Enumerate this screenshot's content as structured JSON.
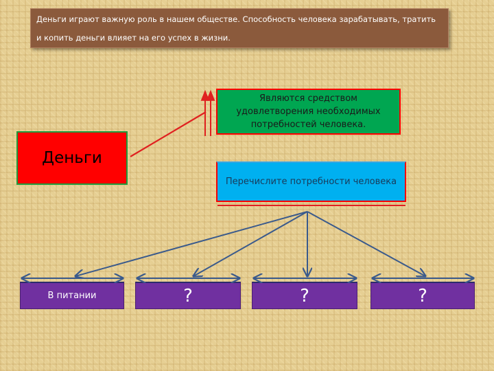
{
  "header": {
    "text": "Деньги играют важную роль в нашем обществе. Способность человека зарабатывать, тратить и копить деньги влияет на его успех в жизни."
  },
  "nodes": {
    "money": "Деньги",
    "means": "Являются  средством удовлетворения необходимых потребностей человека.",
    "list_needs": "Перечислите потребности человека"
  },
  "bottom": [
    {
      "label": "В питании"
    },
    {
      "label": "?"
    },
    {
      "label": "?"
    },
    {
      "label": "?"
    }
  ],
  "colors": {
    "background": "#e6cf93",
    "header": "#8b5a3c",
    "money": "#ff0000",
    "means": "#00a651",
    "list_needs": "#00b0f0",
    "bottom": "#7030a0",
    "connector": "#3a5a8c",
    "red_arrow": "#e02020"
  }
}
